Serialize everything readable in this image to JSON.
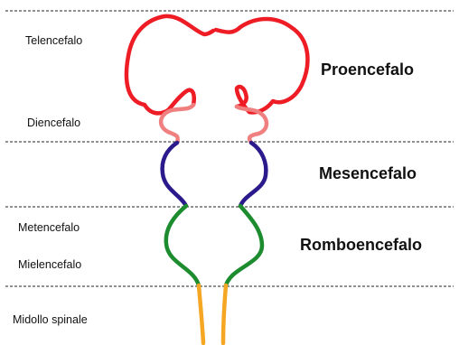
{
  "colors": {
    "telencephalon": "#ee1c24",
    "diencephalon": "#f08080",
    "mesencephalon": "#2a1a8c",
    "rhombencephalon": "#1c8c2e",
    "spinal_cord": "#f5a623",
    "divider": "#222222",
    "text": "#111111"
  },
  "left_labels": {
    "telencefalo": "Telencefalo",
    "diencefalo": "Diencefalo",
    "metencefalo": "Metencefalo",
    "mielencefalo": "Mielencefalo",
    "midollo_spinale": "Midollo spinale"
  },
  "region_labels": {
    "proencefalo": "Proencefalo",
    "mesencefalo": "Mesencefalo",
    "romboencefalo": "Romboencefalo"
  }
}
